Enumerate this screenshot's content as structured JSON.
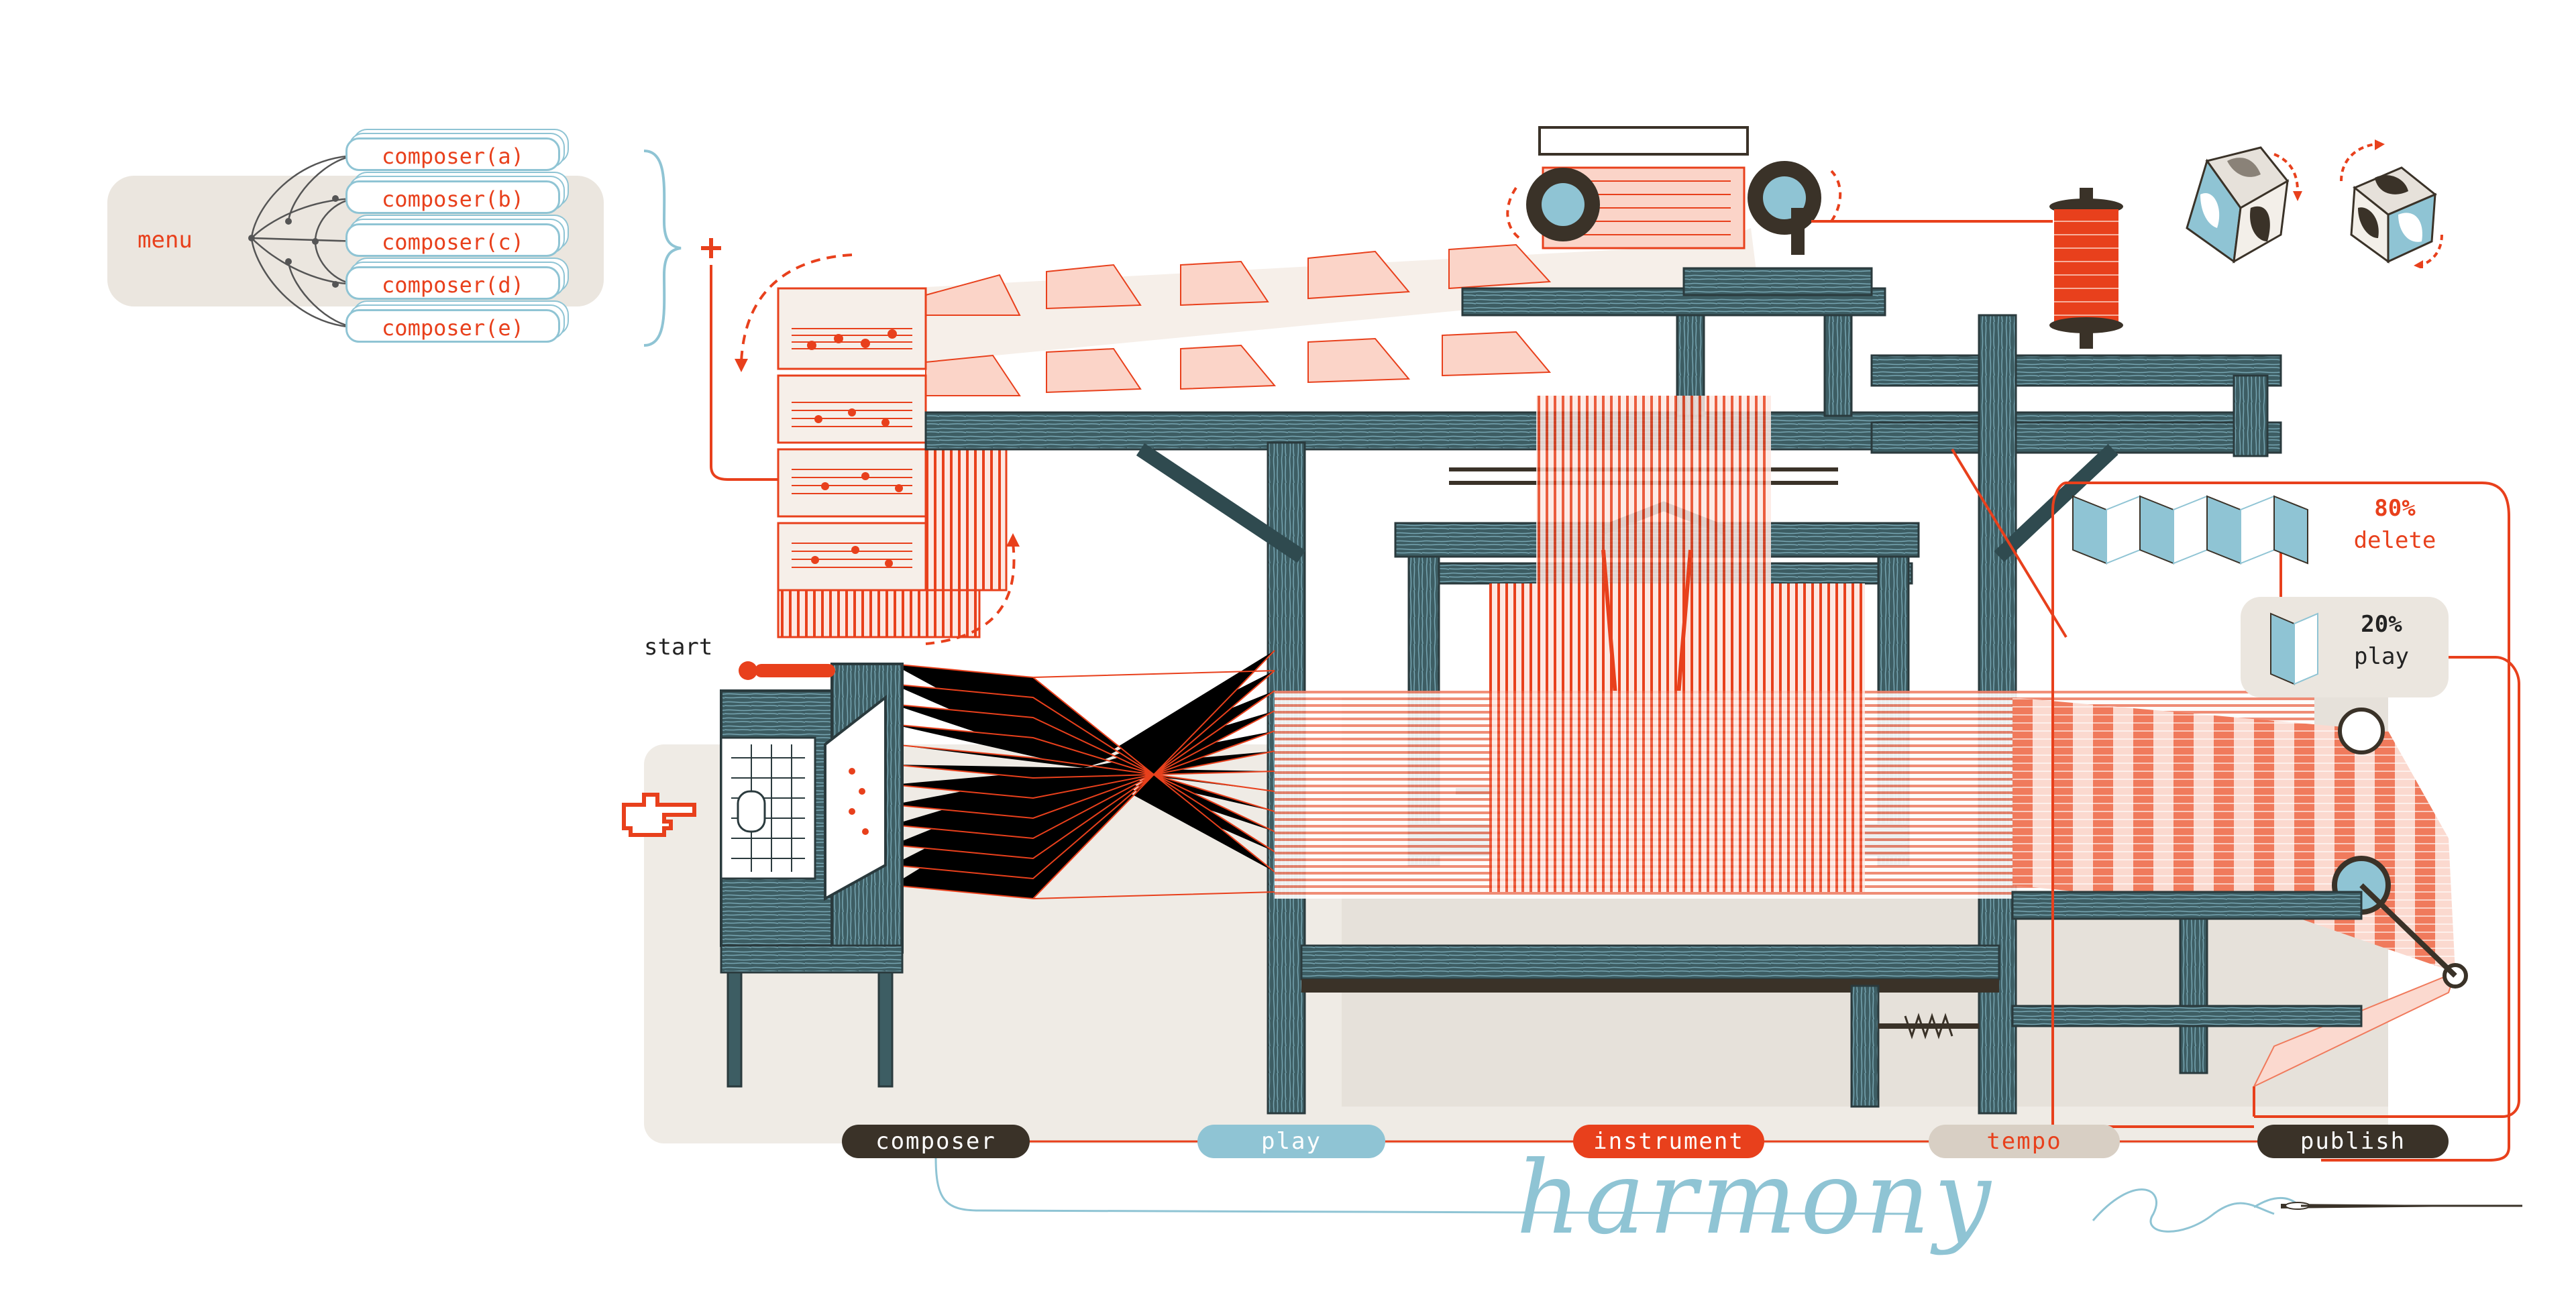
{
  "menu": {
    "label": "menu",
    "items": [
      "composer(a)",
      "composer(b)",
      "composer(c)",
      "composer(d)",
      "composer(e)"
    ]
  },
  "start_label": "start",
  "right_panel": {
    "delete_percent": "80%",
    "delete_label": "delete",
    "play_percent": "20%",
    "play_label": "play"
  },
  "steps": [
    {
      "label": "composer",
      "style": "dark"
    },
    {
      "label": "play",
      "style": "blue"
    },
    {
      "label": "instrument",
      "style": "red"
    },
    {
      "label": "tempo",
      "style": "beige"
    },
    {
      "label": "publish",
      "style": "dark"
    }
  ],
  "signature": "harmony",
  "colors": {
    "red": "#e8401c",
    "blue": "#8fc4d4",
    "dark": "#3a3228",
    "wood": "#2f4a4f",
    "beige": "#ebe6df",
    "tan": "#d8cfc4"
  },
  "icons": [
    "plus-icon",
    "pointing-hand-icon",
    "cube-rotate-icon",
    "thread-spool-icon",
    "needle-icon",
    "loom-illustration"
  ]
}
